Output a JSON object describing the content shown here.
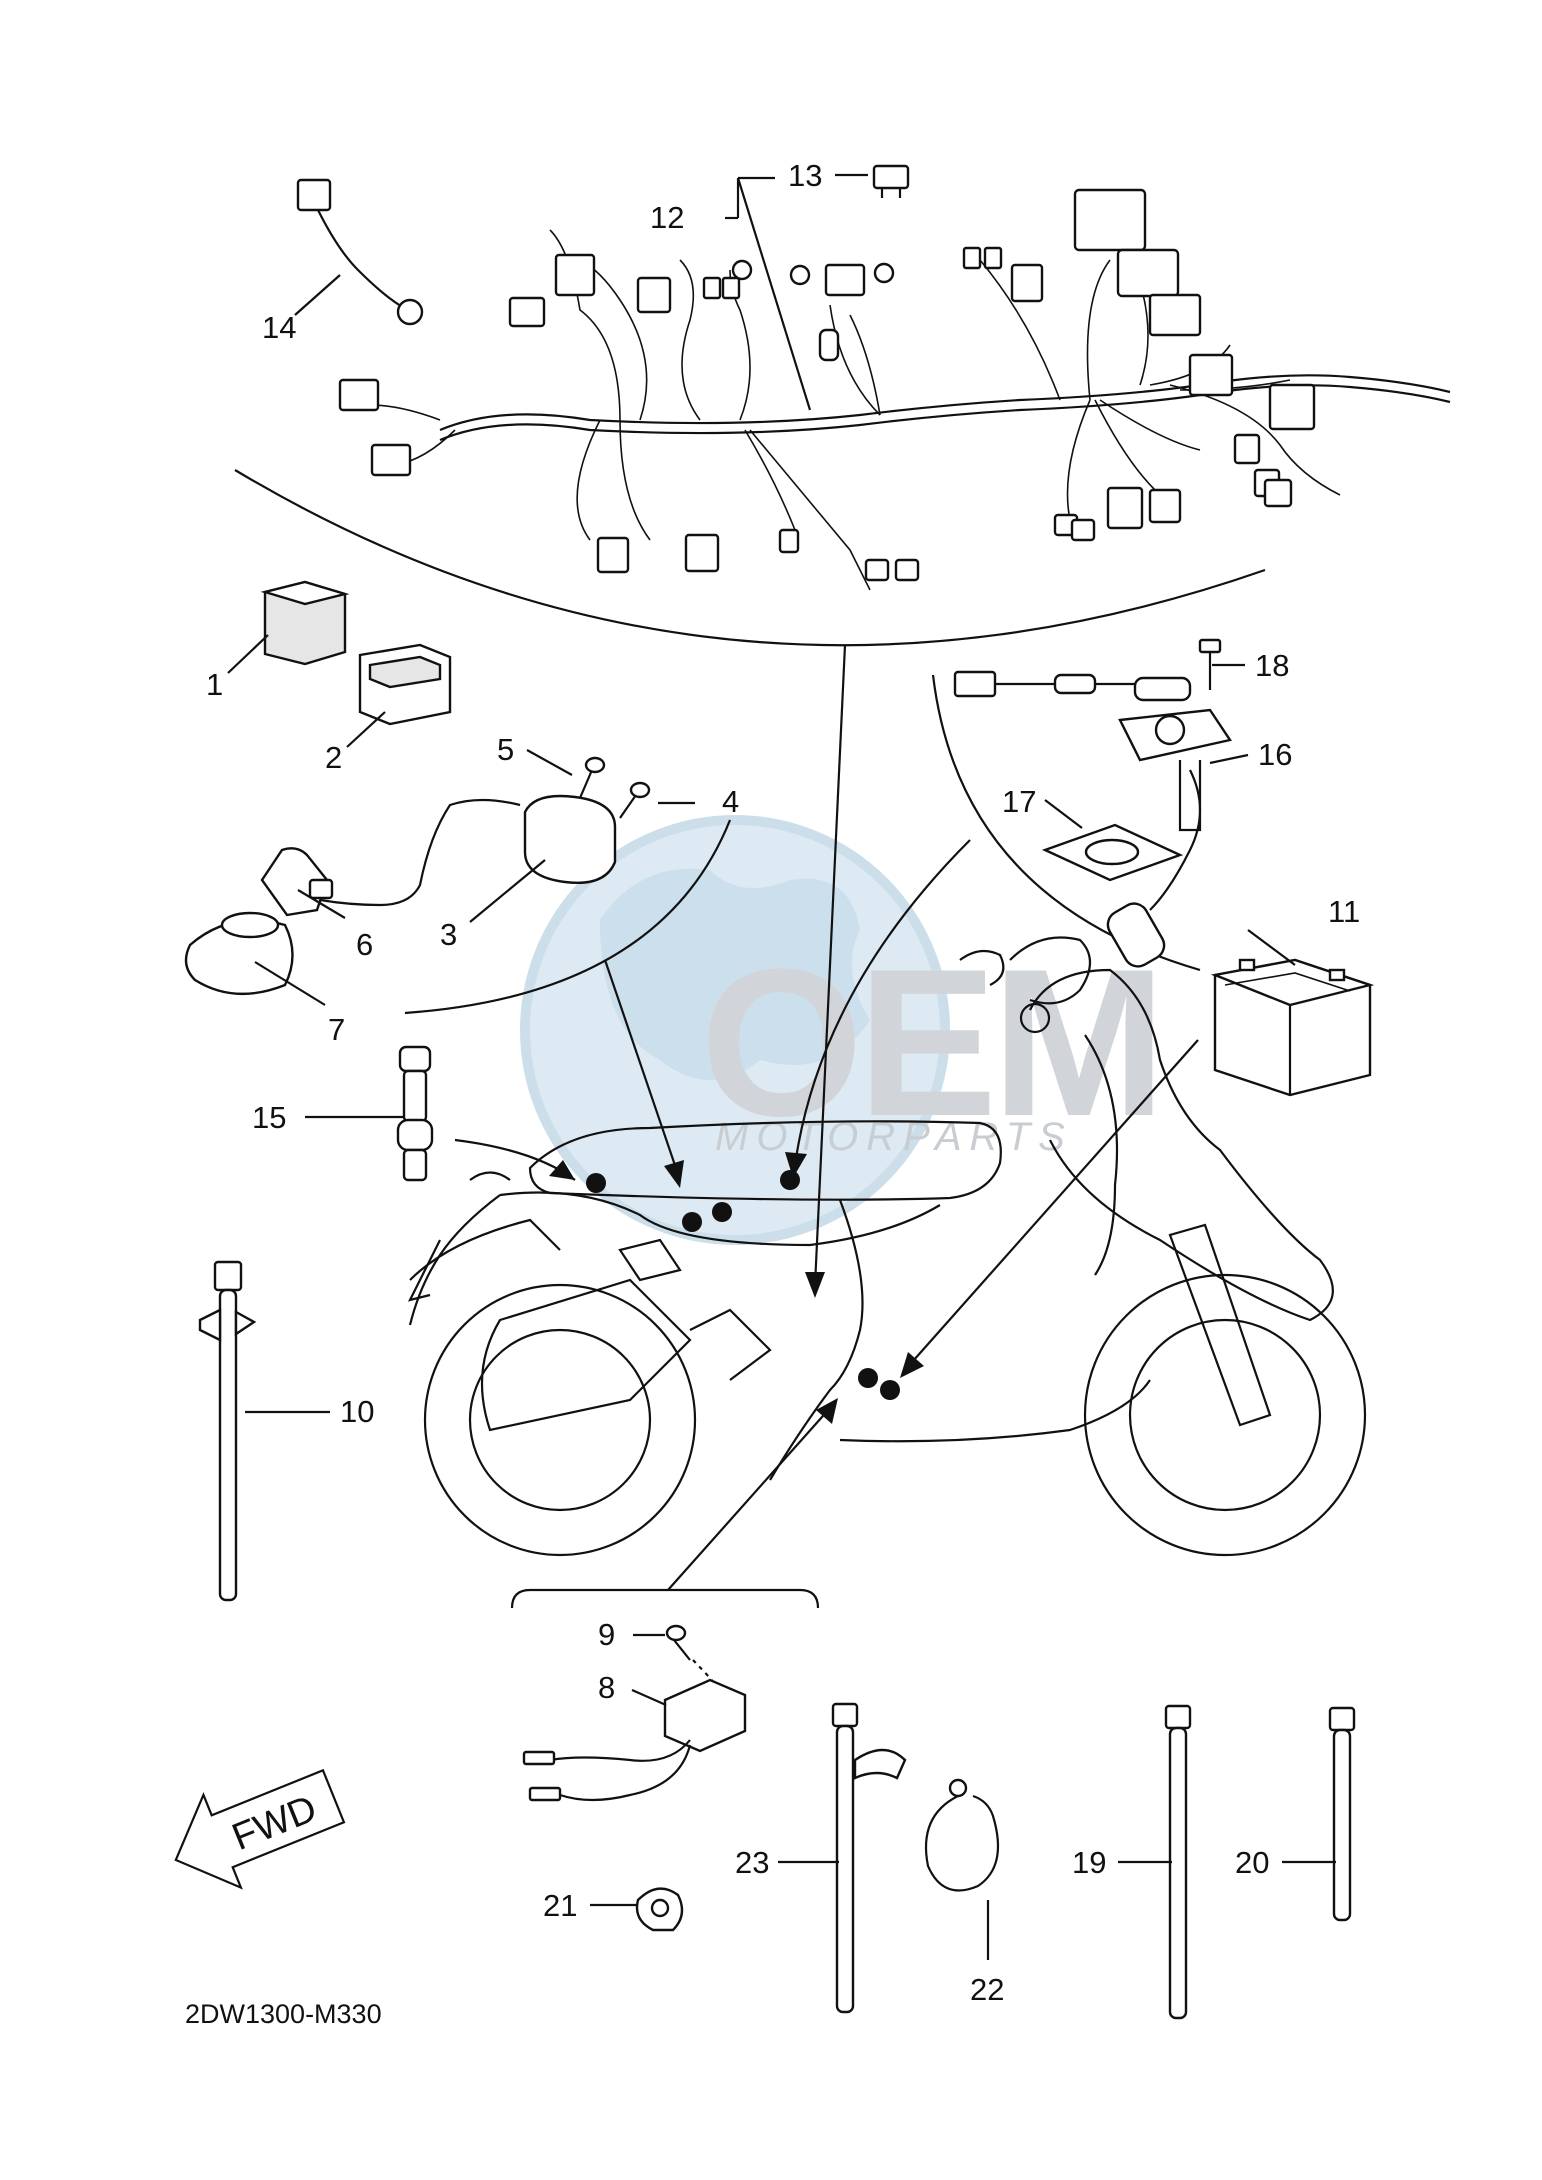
{
  "diagram": {
    "code": "2DW1300-M330",
    "direction_label": "FWD",
    "watermark": {
      "big": "OEM",
      "small": "MOTORPARTS"
    },
    "callouts": [
      {
        "id": "1",
        "text": "1"
      },
      {
        "id": "2",
        "text": "2"
      },
      {
        "id": "3",
        "text": "3"
      },
      {
        "id": "4",
        "text": "4"
      },
      {
        "id": "5",
        "text": "5"
      },
      {
        "id": "6",
        "text": "6"
      },
      {
        "id": "7",
        "text": "7"
      },
      {
        "id": "8",
        "text": "8"
      },
      {
        "id": "9",
        "text": "9"
      },
      {
        "id": "10",
        "text": "10"
      },
      {
        "id": "11",
        "text": "11"
      },
      {
        "id": "12",
        "text": "12"
      },
      {
        "id": "13",
        "text": "13"
      },
      {
        "id": "14",
        "text": "14"
      },
      {
        "id": "15",
        "text": "15"
      },
      {
        "id": "16",
        "text": "16"
      },
      {
        "id": "17",
        "text": "17"
      },
      {
        "id": "18",
        "text": "18"
      },
      {
        "id": "19",
        "text": "19"
      },
      {
        "id": "20",
        "text": "20"
      },
      {
        "id": "21",
        "text": "21"
      },
      {
        "id": "22",
        "text": "22"
      },
      {
        "id": "23",
        "text": "23"
      }
    ]
  }
}
